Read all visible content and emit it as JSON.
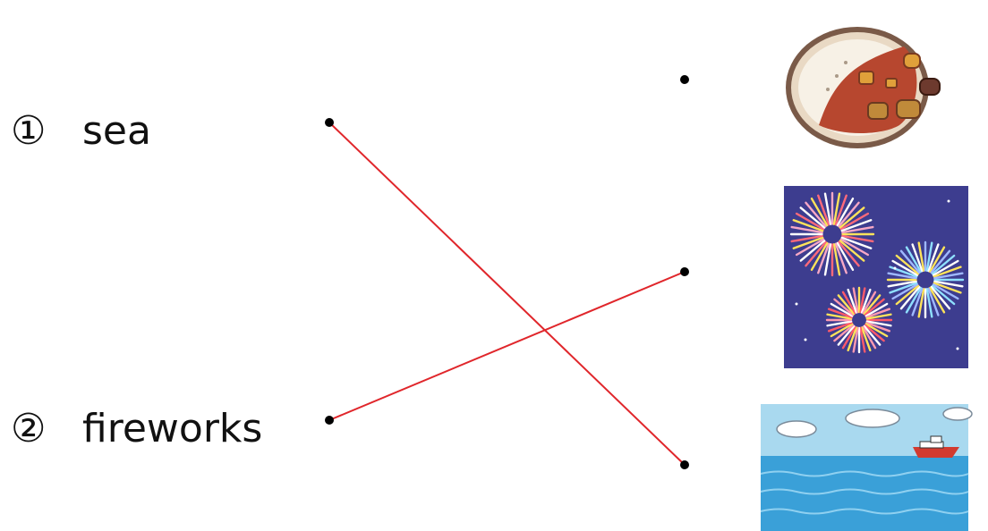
{
  "items": [
    {
      "number": "①",
      "word": "sea"
    },
    {
      "number": "②",
      "word": "fireworks"
    }
  ],
  "pictures": [
    "curry-rice",
    "fireworks",
    "sea-with-boat"
  ],
  "connections": [
    {
      "from": "sea",
      "to": "sea-with-boat"
    },
    {
      "from": "fireworks",
      "to": "fireworks"
    }
  ],
  "colors": {
    "line": "#e0262b",
    "dot": "#000000"
  }
}
